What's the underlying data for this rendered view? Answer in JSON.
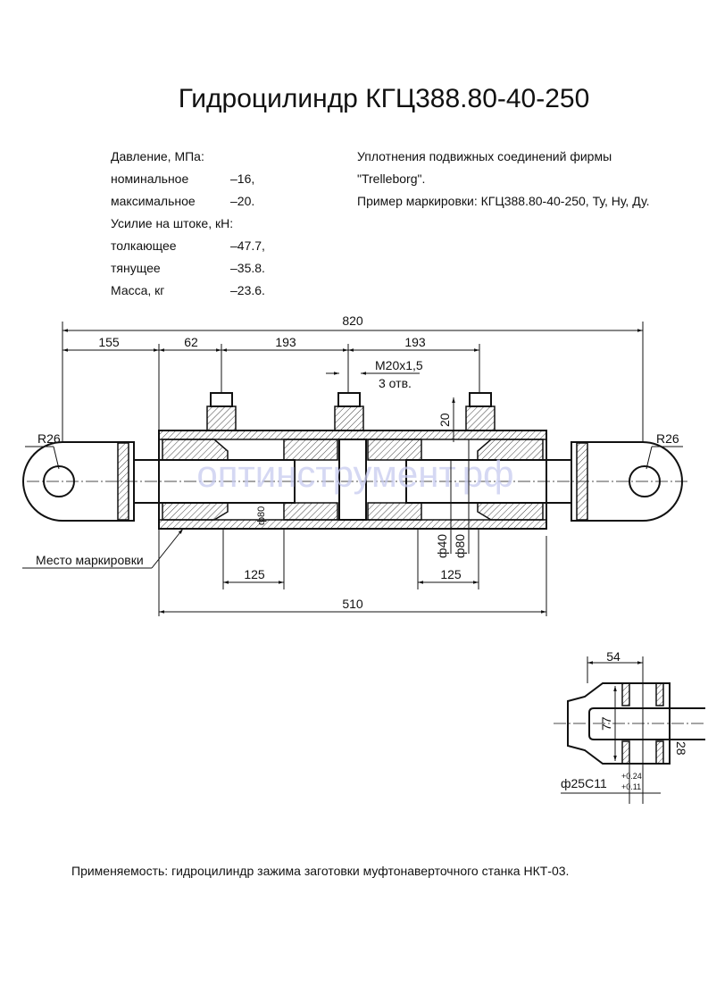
{
  "title": "Гидроцилиндр КГЦ388.80-40-250",
  "specs": {
    "pressure_label": "Давление, МПа:",
    "nominal_label": "номинальное",
    "nominal_value": "–16,",
    "max_label": "максимальное",
    "max_value": "–20.",
    "force_label": "Усилие на штоке, кН:",
    "push_label": "толкающее",
    "push_value": "–47.7,",
    "pull_label": "тянущее",
    "pull_value": "–35.8.",
    "mass_label": "Масса, кг",
    "mass_value": "–23.6."
  },
  "notes": {
    "line1": "Уплотнения подвижных соединений фирмы",
    "line2": "\"Trelleborg\".",
    "line3": "Пример маркировки: КГЦ388.80-40-250, Ту, Ну, Ду."
  },
  "dimensions": {
    "overall": "820",
    "d155": "155",
    "d62": "62",
    "d193a": "193",
    "d193b": "193",
    "thread": "М20х1,5",
    "holes": "3 отв.",
    "d20": "20",
    "r26_left": "R26",
    "r26_right": "R26",
    "bore": "ф80",
    "rod_dia": "ф40",
    "bore_dia": "ф80",
    "d125a": "125",
    "d125b": "125",
    "d510": "510",
    "marking_place": "Место маркировки"
  },
  "detail": {
    "d54": "54",
    "d77": "77",
    "d28": "28",
    "pin": "ф25С11",
    "tol_upper": "+0.24",
    "tol_lower": "+0.11"
  },
  "watermark": "оптинструмент.рф",
  "applicability": "Применяемость: гидроцилиндр зажима заготовки муфтонаверточного станка НКТ-03."
}
